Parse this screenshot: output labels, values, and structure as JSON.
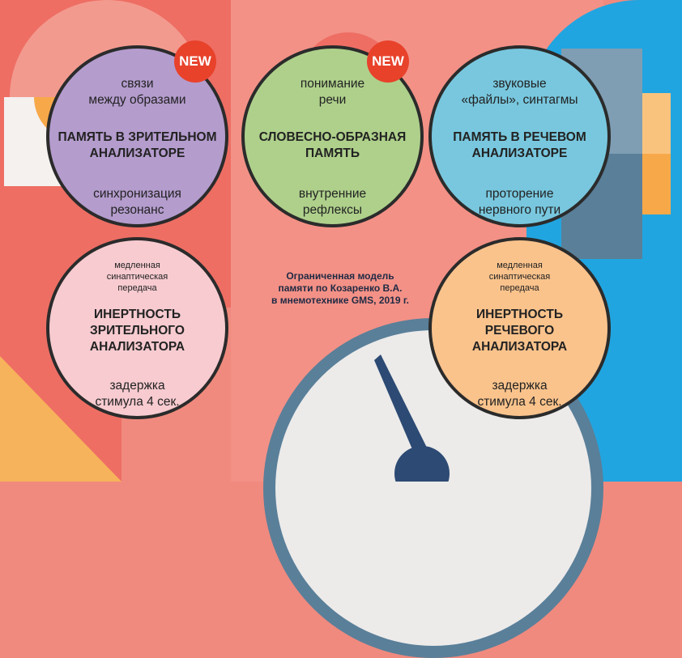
{
  "circles": {
    "visual": {
      "top": "связи\nмежду образами",
      "title": "ПАМЯТЬ В ЗРИТЕЛЬНОМ\nАНАЛИЗАТОРЕ",
      "bottom": "синхронизация\nрезонанс",
      "color": "#b49ccd"
    },
    "verbal_figurative": {
      "top": "понимание\nречи",
      "title": "СЛОВЕСНО-ОБРАЗНАЯ\nПАМЯТЬ",
      "bottom": "внутренние\nрефлексы",
      "color": "#aed08b"
    },
    "speech": {
      "top": "звуковые\n«файлы», синтагмы",
      "title": "ПАМЯТЬ В РЕЧЕВОМ\nАНАЛИЗАТОРЕ",
      "bottom": "проторение\nнервного пути",
      "color": "#78c7de"
    },
    "visual_inertia": {
      "top": "медленная\nсинаптическая\nпередача",
      "title": "ИНЕРТНОСТЬ\nЗРИТЕЛЬНОГО\nАНАЛИЗАТОРА",
      "bottom": "задержка\nстимула 4 сек.",
      "color": "#f7cbd0"
    },
    "speech_inertia": {
      "top": "медленная\nсинаптическая\nпередача",
      "title": "ИНЕРТНОСТЬ\nРЕЧЕВОГО\nАНАЛИЗАТОРА",
      "bottom": "задержка\nстимула 4 сек.",
      "color": "#fac38c"
    }
  },
  "badges": {
    "new_label": "NEW",
    "color": "#e8422b"
  },
  "caption": "Ограниченная модель\nпамяти по Козаренко В.А.\nв мнемотехнике GMS, 2019 г."
}
